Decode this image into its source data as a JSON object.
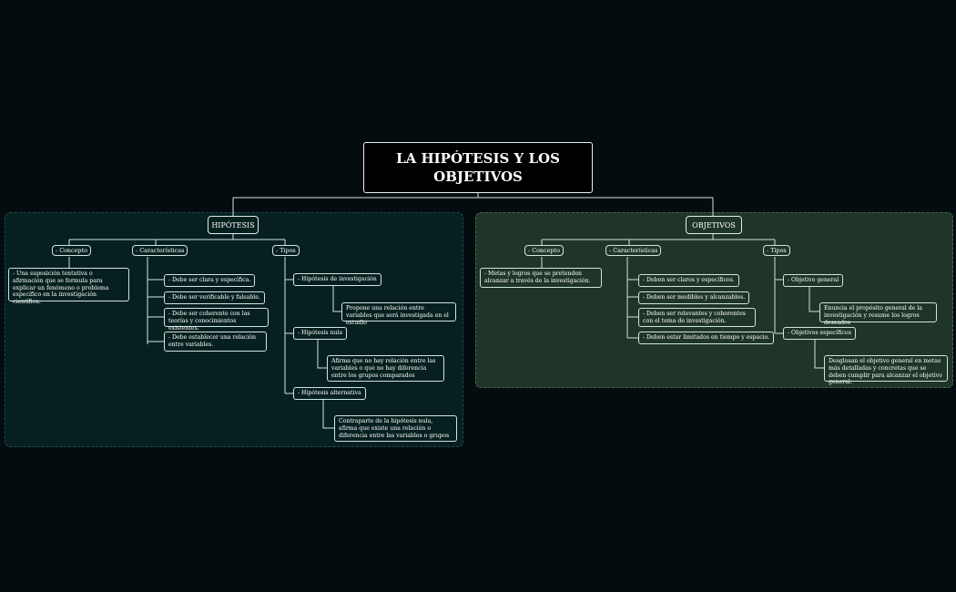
{
  "root": {
    "title": "LA HIPÓTESIS Y LOS OBJETIVOS"
  },
  "left": {
    "title": "HIPÓTESIS",
    "concept_label": "- Concepto",
    "concept_text": "- Una suposición tentativa o afirmación que se formula para explicar un fenómeno o problema específico en la investigación científica.",
    "features_label": "- Características",
    "features": [
      "- Debe ser clara y específica.",
      "- Debe ser verificable y falsable.",
      "- Debe ser coherente con las teorías y conocimientos existentes.",
      "- Debe establecer una relación entre variables."
    ],
    "types_label": "- Tipos",
    "types": [
      {
        "label": "- Hipótesis de investigación",
        "desc": "Propone una relación entre variables que será investigada en el estudio"
      },
      {
        "label": "- Hipótesis nula",
        "desc": "Afirma que no hay relación entre las variables o que no hay diferencia entre los grupos comparados"
      },
      {
        "label": "- Hipótesis alternativa",
        "desc": "Contraparte de la hipótesis nula, afirma que existe una relación o diferencia entre las variables o grupos"
      }
    ]
  },
  "right": {
    "title": "OBJETIVOS",
    "concept_label": "- Concepto",
    "concept_text": "- Metas y logros que se pretenden alcanzar a través de la investigación.",
    "features_label": "- Características",
    "features": [
      "- Deben ser claros y específicos.",
      "- Deben ser medibles y alcanzables.",
      "- Deben ser relevantes y coherentes con el tema de investigación.",
      "- Deben estar limitados en tiempo y espacio."
    ],
    "types_label": "- Tipos",
    "types": [
      {
        "label": "- Objetivo general",
        "desc": "Enuncia el propósito general de la investigación y resume los logros deseados"
      },
      {
        "label": "- Objetivos específicos",
        "desc": "Desglosan el objetivo general en metas más detalladas y concretas que se deben cumplir para alcanzar el objetivo general."
      }
    ]
  },
  "colors": {
    "background": "#040c0f",
    "left_panel": "#06201f",
    "right_panel": "#1f3527",
    "connector": "#cfe3e3"
  }
}
